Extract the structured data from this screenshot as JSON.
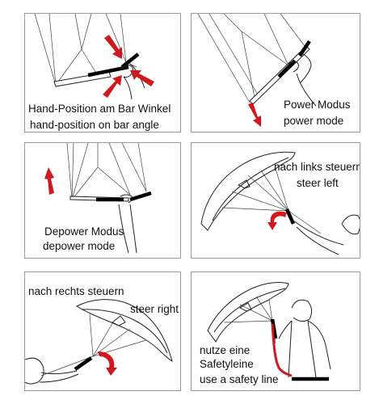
{
  "panels": [
    {
      "id": "p1",
      "lines": [
        "Hand-Position am Bar Winkel",
        "hand-position on bar angle"
      ]
    },
    {
      "id": "p2",
      "lines": [
        "Power Modus",
        "power mode"
      ]
    },
    {
      "id": "p3",
      "lines": [
        "Depower Modus",
        "depower mode"
      ]
    },
    {
      "id": "p4",
      "lines": [
        "nach links steuern",
        "steer left"
      ]
    },
    {
      "id": "p5",
      "lines": [
        "nach rechts steuern",
        "steer right"
      ]
    },
    {
      "id": "p6",
      "lines": [
        "nutze eine",
        "Safetyleine",
        "use a safety line"
      ]
    }
  ],
  "colors": {
    "arrow": "#d0191f",
    "bar": "#000000",
    "line": "#444444",
    "frame": "#9a9a9a"
  }
}
